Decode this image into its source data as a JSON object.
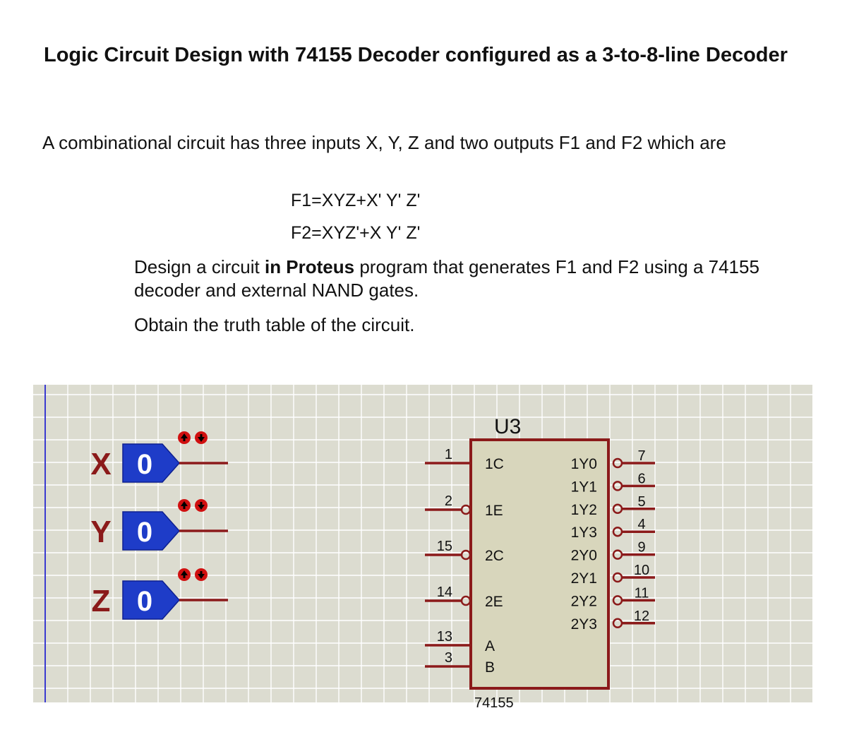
{
  "document": {
    "title": "Logic Circuit Design with 74155 Decoder configured as a 3-to-8-line Decoder",
    "intro": "A combinational circuit has three inputs X, Y, Z and two outputs F1 and F2 which are",
    "equations": [
      "F1=XYZ+X' Y' Z'",
      "F2=XYZ'+X Y' Z'"
    ],
    "design_prefix": "Design a circuit ",
    "design_bold": "in Proteus",
    "design_suffix": " program that generates F1 and F2 using a 74155 decoder and external NAND gates.",
    "obtain": "Obtain the truth table of the circuit."
  },
  "schematic": {
    "inputs": [
      {
        "name": "X",
        "value": "0"
      },
      {
        "name": "Y",
        "value": "0"
      },
      {
        "name": "Z",
        "value": "0"
      }
    ],
    "chip": {
      "ref": "U3",
      "part": "74155",
      "left_pins": [
        {
          "num": "1",
          "label": "1C",
          "inverted": false
        },
        {
          "num": "2",
          "label": "1E",
          "inverted": true
        },
        {
          "num": "15",
          "label": "2C",
          "inverted": true
        },
        {
          "num": "14",
          "label": "2E",
          "inverted": true
        },
        {
          "num": "13",
          "label": "A",
          "inverted": false
        },
        {
          "num": "3",
          "label": "B",
          "inverted": false
        }
      ],
      "right_pins": [
        {
          "num": "7",
          "label": "1Y0"
        },
        {
          "num": "6",
          "label": "1Y1"
        },
        {
          "num": "5",
          "label": "1Y2"
        },
        {
          "num": "4",
          "label": "1Y3"
        },
        {
          "num": "9",
          "label": "2Y0"
        },
        {
          "num": "10",
          "label": "2Y1"
        },
        {
          "num": "11",
          "label": "2Y2"
        },
        {
          "num": "12",
          "label": "2Y3"
        }
      ]
    },
    "colors": {
      "background": "#dcdcd0",
      "grid": "#ffffff",
      "chip_border": "#8b1a1a",
      "chip_fill": "#d8d6bc",
      "wire": "#8b1a1a",
      "input_box": "#1e3cc8",
      "input_label": "#8b1a1a",
      "toggle": "#d01010"
    }
  }
}
